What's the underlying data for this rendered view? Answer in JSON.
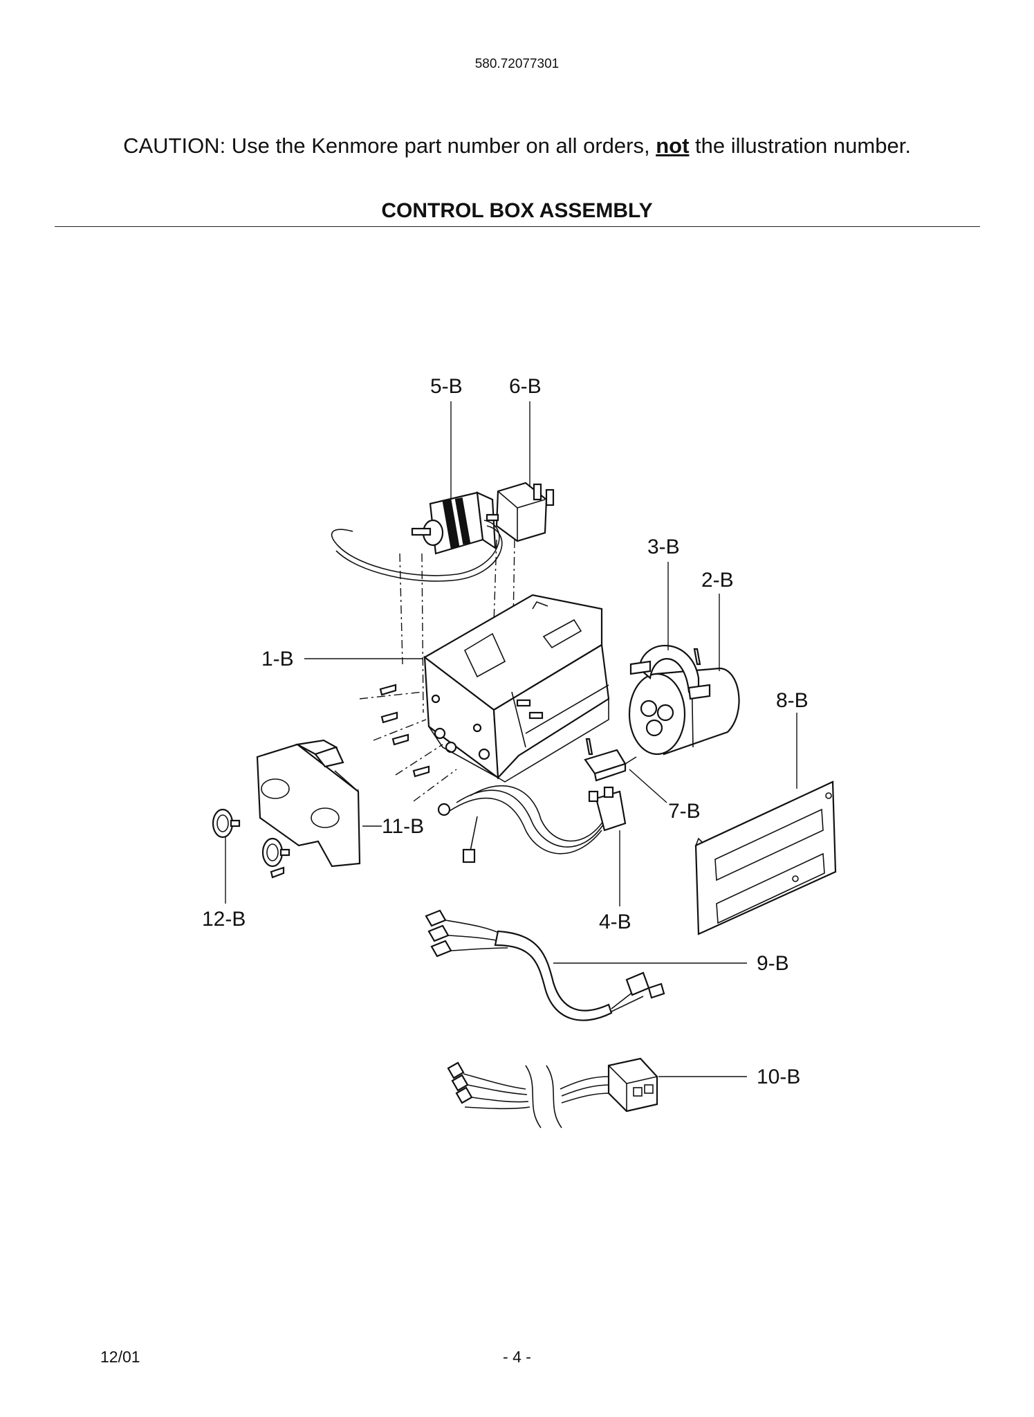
{
  "header": {
    "model_number": "580.72077301",
    "caution_prefix": "CAUTION: Use the Kenmore part number on all orders, ",
    "caution_emphasis": "not",
    "caution_suffix": " the illustration number.",
    "section_title": "CONTROL BOX ASSEMBLY"
  },
  "callouts": {
    "c1": "1-B",
    "c2": "2-B",
    "c3": "3-B",
    "c4": "4-B",
    "c5": "5-B",
    "c6": "6-B",
    "c7": "7-B",
    "c8": "8-B",
    "c9": "9-B",
    "c10": "10-B",
    "c11": "11-B",
    "c12": "12-B"
  },
  "footer": {
    "date": "12/01",
    "page": "- 4 -"
  }
}
